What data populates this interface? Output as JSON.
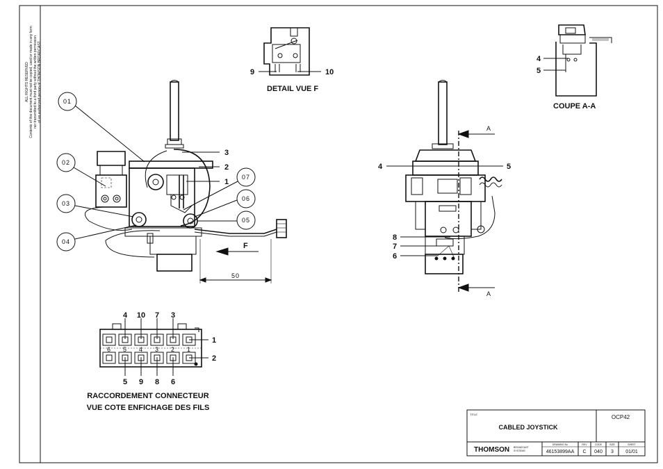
{
  "side_note": {
    "line1": "ALL RIGHTS RESERVED",
    "line2": "Contents of this document must not be copied, used or made in any form",
    "line3": "nor transmitted to a third party without the written permission",
    "line4": "of an authorized person of THOMSON BROADCAST"
  },
  "detail_view": {
    "caption": "DETAIL VUE F",
    "callouts": [
      "9",
      "10"
    ]
  },
  "section_view": {
    "caption": "COUPE A-A",
    "callouts": [
      "4",
      "5"
    ]
  },
  "main_view": {
    "bubbles": [
      "01",
      "02",
      "03",
      "04",
      "05",
      "06",
      "07"
    ],
    "callouts": [
      "3",
      "2",
      "1"
    ],
    "view_arrow": "F",
    "dimension": "50"
  },
  "right_view": {
    "section_marks": [
      "A",
      "A"
    ],
    "callouts": [
      "4",
      "5",
      "8",
      "7",
      "6"
    ]
  },
  "connector": {
    "top_labels": [
      "4",
      "10",
      "7",
      "3"
    ],
    "bottom_labels": [
      "5",
      "9",
      "8",
      "6"
    ],
    "side_labels": [
      "1",
      "2"
    ],
    "pin_numbers": [
      "6",
      "5",
      "4",
      "3",
      "2",
      "1"
    ],
    "caption_line1": "RACCORDEMENT CONNECTEUR",
    "caption_line2": "VUE COTE ENFICHAGE DES FILS"
  },
  "title_block": {
    "title_label": "TITLE",
    "title": "CABLED JOYSTICK",
    "code_ref": "OCP42",
    "company": "THOMSON",
    "company_sub1": "BROADCAST",
    "company_sub2": "SYSTEMS",
    "drawing_no_label": "DRAWING No",
    "drawing_no": "46153899AA",
    "rev_label": "REV",
    "rev": "C",
    "code_label": "CODE",
    "code": "040",
    "size_label": "SIZE",
    "size": "3",
    "sheet_label": "SHEET",
    "sheet": "01/01"
  }
}
